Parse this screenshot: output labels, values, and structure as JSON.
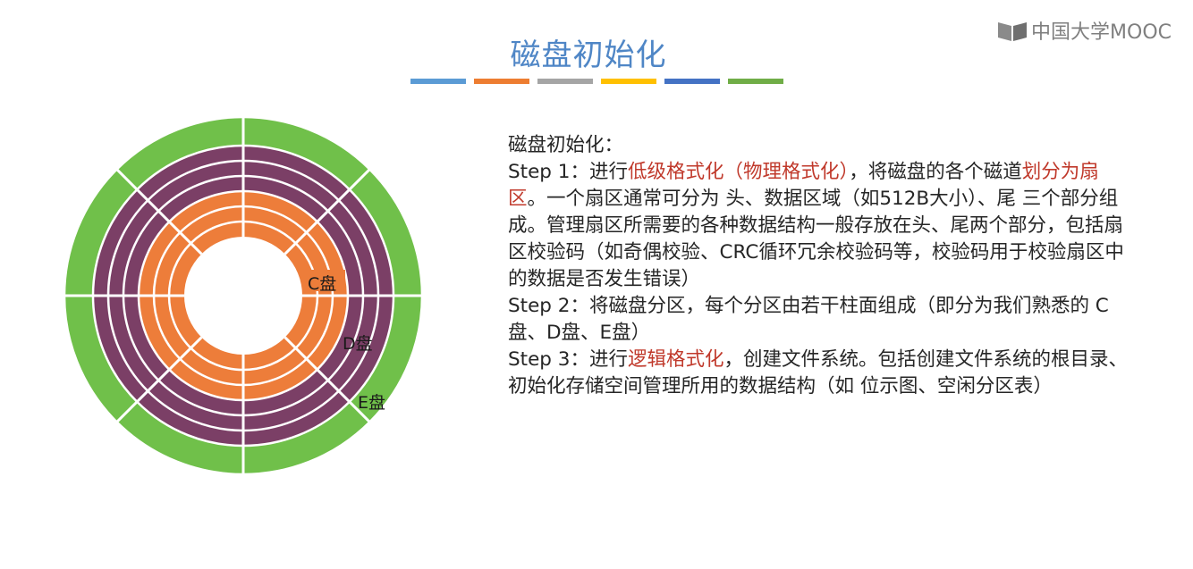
{
  "slide": {
    "title": "磁盘初始化",
    "logo_text": "中国大学MOOC",
    "bar_colors": [
      "#5b9bd5",
      "#ed7d31",
      "#a5a5a5",
      "#ffc000",
      "#4472c4",
      "#70ad47"
    ]
  },
  "diagram": {
    "colors": {
      "green": "#70c04a",
      "purple": "#7b3f66",
      "orange": "#ed7d3a",
      "separator": "#ffffff"
    },
    "partitions": [
      {
        "label": "C盘",
        "color": "orange"
      },
      {
        "label": "D盘",
        "color": "purple"
      },
      {
        "label": "E盘",
        "color": "green"
      }
    ]
  },
  "text": {
    "heading": "磁盘初始化：",
    "step1": {
      "prefix": "Step 1：进行",
      "hl1": "低级格式化（物理格式化）",
      "mid": "，将磁盘的各个磁道",
      "hl2": "划分为扇区",
      "rest": "。一个扇区通常可分为 头、数据区域（如512B大小）、尾 三个部分组成。管理扇区所需要的各种数据结构一般存放在头、尾两个部分，包括扇区校验码（如奇偶校验、CRC循环冗余校验码等，校验码用于校验扇区中的数据是否发生错误）"
    },
    "step2": "Step 2：将磁盘分区，每个分区由若干柱面组成（即分为我们熟悉的 C盘、D盘、E盘）",
    "step3": {
      "prefix": "Step 3：进行",
      "hl": "逻辑格式化",
      "rest": "，创建文件系统。包括创建文件系统的根目录、初始化存储空间管理所用的数据结构（如 位示图、空闲分区表）"
    }
  }
}
